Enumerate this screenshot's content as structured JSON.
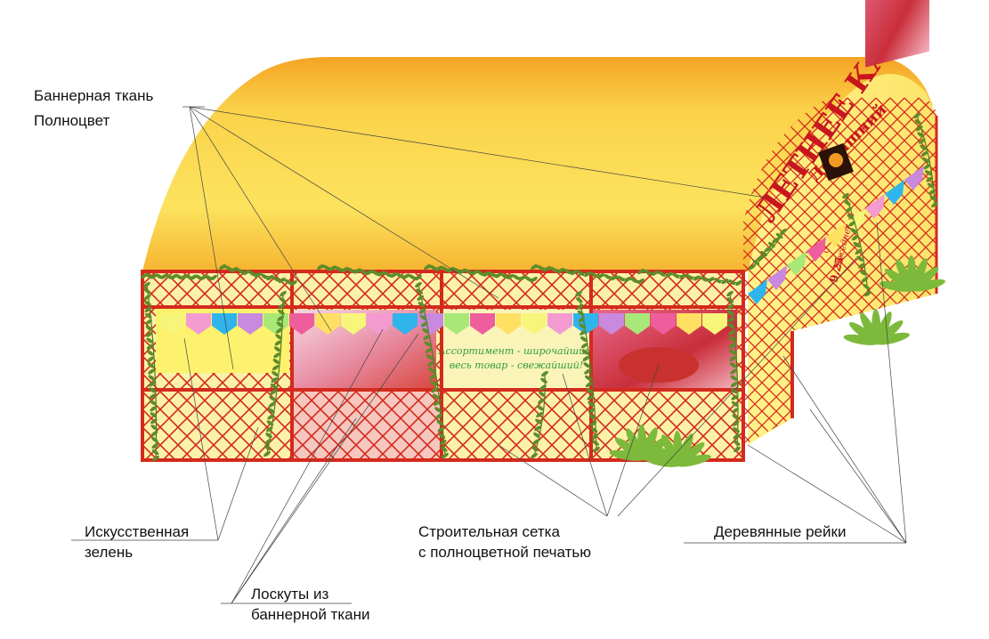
{
  "labels": {
    "banner_fabric": "Баннерная ткань",
    "full_color": "Полноцвет",
    "artificial_greenery_1": "Искусственная",
    "artificial_greenery_2": "зелень",
    "banner_scraps_1": "Лоскуты из",
    "banner_scraps_2": "баннерной ткани",
    "construction_mesh_1": "Строительная сетка",
    "construction_mesh_2": "с полноцветной печатью",
    "wooden_slats": "Деревянные рейки"
  },
  "sign": {
    "title": "ЛЕТНЕЕ КАФЕ",
    "subtitle": "Домашний",
    "assortment_1": "Ассортимент - широчайший,",
    "assortment_2": "весь товар - свежайший!",
    "side_1": "Ежедневно",
    "side_2": "с",
    "side_3": "9.25"
  },
  "colors": {
    "roof_light": "#FCE05A",
    "roof_dark": "#F4A424",
    "lattice": "#D42A1E",
    "panel": "#FBF2A8",
    "greenery": "#5E8C2A",
    "sign_text": "#C8161E"
  },
  "flag_colors": [
    "#F7F57A",
    "#F39BD0",
    "#2FB5EC",
    "#C889DE",
    "#A7E878",
    "#EE5E9C",
    "#FFE062"
  ]
}
